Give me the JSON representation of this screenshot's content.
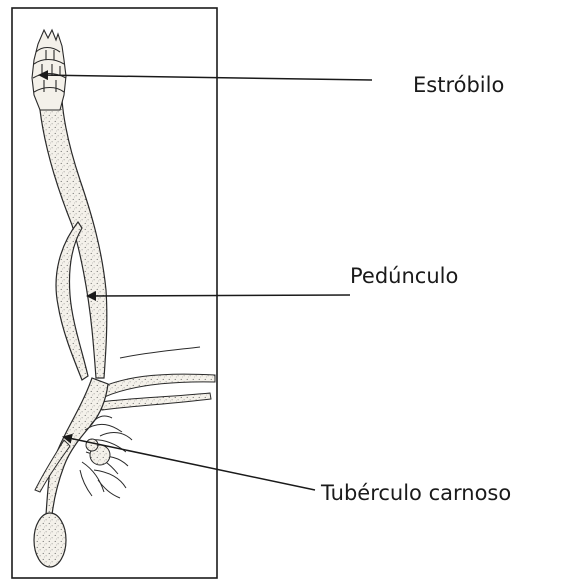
{
  "labels": {
    "strobilus": "Estróbilo",
    "peduncle": "Pedúnculo",
    "tuber": "Tubérculo carnoso"
  },
  "colors": {
    "ink": "#1a1a1a",
    "plant_fill": "#f4f1ea",
    "stipple": "#555555"
  }
}
